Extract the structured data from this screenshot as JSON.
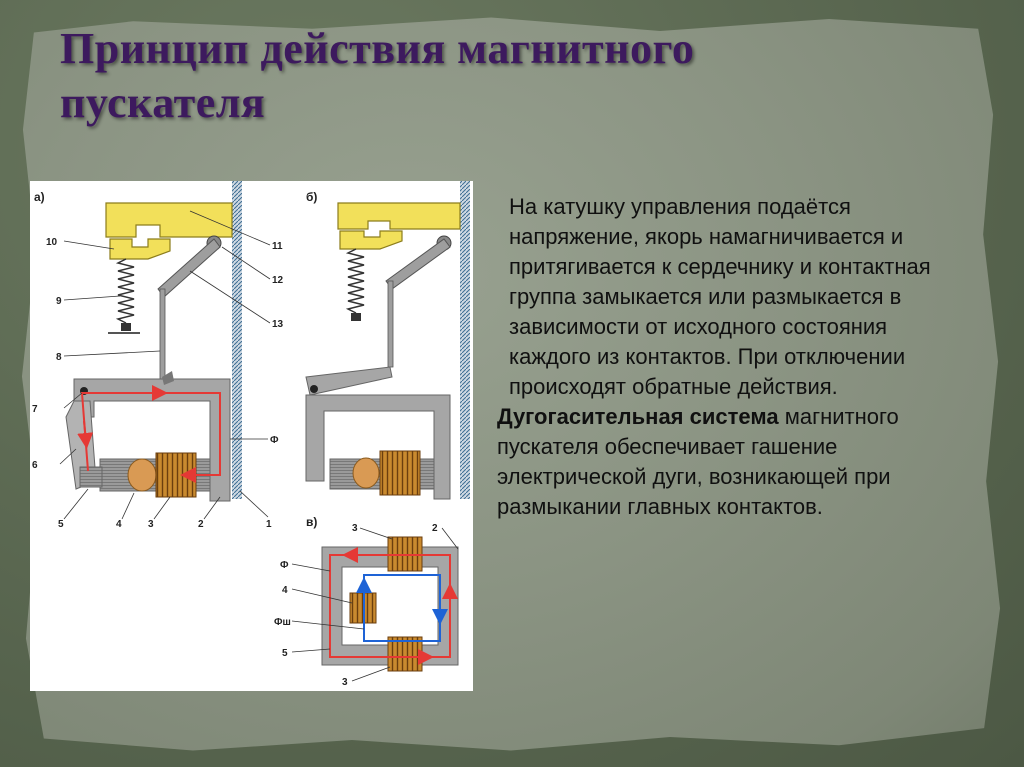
{
  "slide": {
    "title_line1": "Принцип действия магнитного",
    "title_line2": "пускателя"
  },
  "diagram": {
    "panel_a": "а)",
    "panel_b": "б)",
    "panel_v": "в)",
    "labels": {
      "n1": "1",
      "n2": "2",
      "n3": "3",
      "n4": "4",
      "n5": "5",
      "n6": "6",
      "n7": "7",
      "n8": "8",
      "n9": "9",
      "n10": "10",
      "n11": "11",
      "n12": "12",
      "n13": "13",
      "phi": "Ф",
      "phi_sh": "Фш"
    }
  },
  "text": {
    "paragraph1": "На катушку управления подаётся напряжение, якорь намагничивается и притягивается к сердечнику и контактная группа замыкается или размыкается в зависимости от исходного состояния каждого из контактов. При отключении происходят обратные действия.",
    "bold_term": "Дугогасительная система",
    "paragraph2": "магнитного пускателя обеспечивает гашение электрической дуги, возникающей при размыкании главных контактов."
  },
  "colors": {
    "title": "#3d1a5e",
    "contacts": "#f2e05a",
    "flux_red": "#e53935",
    "flux_blue": "#1e63d6",
    "coil": "#b8731f",
    "core": "#a6a6a6",
    "rail": "#5b8fb5"
  }
}
